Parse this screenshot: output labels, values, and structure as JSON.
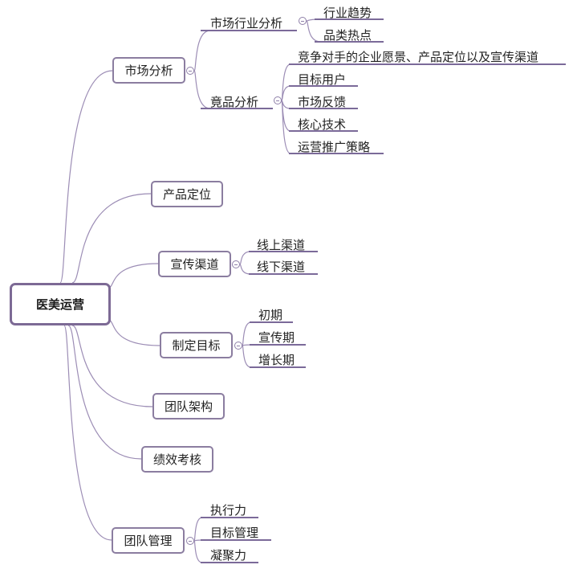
{
  "root": {
    "label": "医美运营"
  },
  "branches": [
    {
      "label": "市场分析",
      "children": [
        {
          "label": "市场行业分析",
          "children": [
            {
              "label": "行业趋势"
            },
            {
              "label": "品类热点"
            }
          ]
        },
        {
          "label": "竟品分析",
          "children": [
            {
              "label": "竞争对手的企业愿景、产品定位以及宣传渠道"
            },
            {
              "label": "目标用户"
            },
            {
              "label": "市场反馈"
            },
            {
              "label": "核心技术"
            },
            {
              "label": "运营推广策略"
            }
          ]
        }
      ]
    },
    {
      "label": "产品定位"
    },
    {
      "label": "宣传渠道",
      "children": [
        {
          "label": "线上渠道"
        },
        {
          "label": "线下渠道"
        }
      ]
    },
    {
      "label": "制定目标",
      "children": [
        {
          "label": "初期"
        },
        {
          "label": "宣传期"
        },
        {
          "label": "增长期"
        }
      ]
    },
    {
      "label": "团队架构"
    },
    {
      "label": "绩效考核"
    },
    {
      "label": "团队管理",
      "children": [
        {
          "label": "执行力"
        },
        {
          "label": "目标管理"
        },
        {
          "label": "凝聚力"
        }
      ]
    }
  ],
  "colors": {
    "line": "#9c8db5",
    "underline": "#7b6a99",
    "border": "#8b7da0",
    "root_border": "#7d6a95"
  }
}
